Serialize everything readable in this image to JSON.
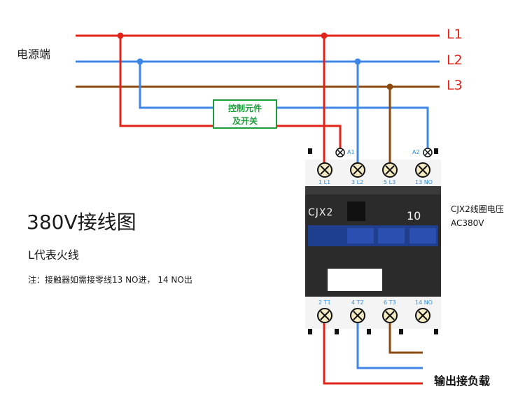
{
  "source_label": "电源端",
  "lines": {
    "l1": "L1",
    "l2": "L2",
    "l3": "L3"
  },
  "control_box": {
    "line1": "控制元件",
    "line2": "及开关"
  },
  "title": "380V接线图",
  "subtitle": "L代表火线",
  "note": "注：接触器如需接零线13 NO进， 14 NO出",
  "coil": {
    "model_label": "CJX2线圈电压",
    "voltage": "AC380V"
  },
  "contactor": {
    "model": "CJX2",
    "number": "10",
    "coil_terminals": {
      "a1": "A1",
      "a2": "A2"
    },
    "top_terminals": [
      "1 L1",
      "3 L2",
      "5 L3",
      "13 NO"
    ],
    "bottom_terminals": [
      "2 T1",
      "4 T2",
      "6 T3",
      "14 NO"
    ]
  },
  "output_label": "输出接负载",
  "colors": {
    "l1": "#e2231a",
    "l2": "#3d86e6",
    "l3": "#8b4a12",
    "control": "#1e9e3a",
    "body": "#2a2a2a"
  }
}
